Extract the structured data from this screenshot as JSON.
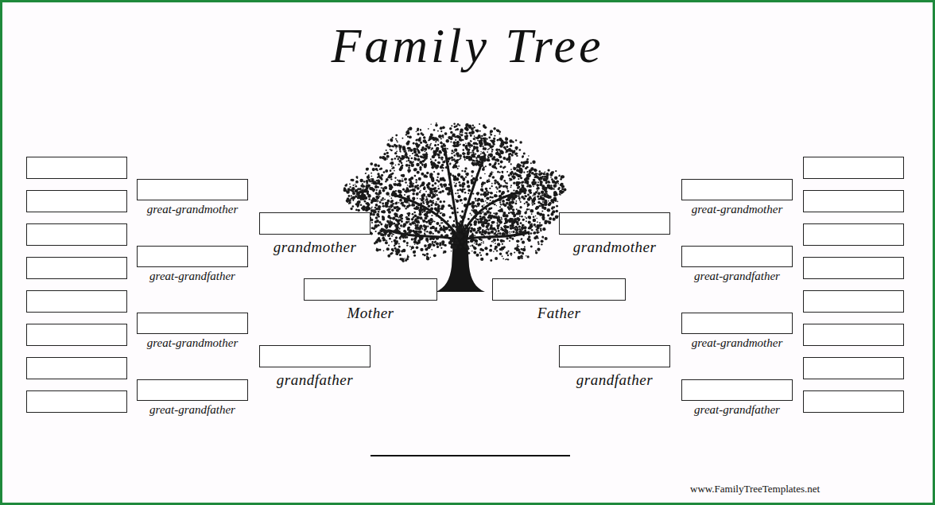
{
  "diagram": {
    "title": "Family Tree",
    "nodes": [
      {
        "text": [
          "great-grandmother"
        ]
      },
      {
        "text": [
          "great-grandfather"
        ]
      },
      {
        "text": [
          "great-grandmother"
        ]
      },
      {
        "text": [
          "great-grandfather"
        ]
      },
      {
        "text": [
          "grandmother"
        ]
      },
      {
        "text": [
          "grandfather"
        ]
      },
      {
        "text": [
          "Mother"
        ]
      },
      {
        "text": [
          "Father"
        ]
      },
      {
        "text": [
          "grandmother"
        ]
      },
      {
        "text": [
          "grandfather"
        ]
      },
      {
        "text": [
          "great-grandmother"
        ]
      },
      {
        "text": [
          "great-grandfather"
        ]
      },
      {
        "text": [
          "great-grandmother"
        ]
      },
      {
        "text": [
          "great-grandfather"
        ]
      }
    ],
    "labels": [
      "www.FamilyTreeTemplates.net"
    ]
  }
}
